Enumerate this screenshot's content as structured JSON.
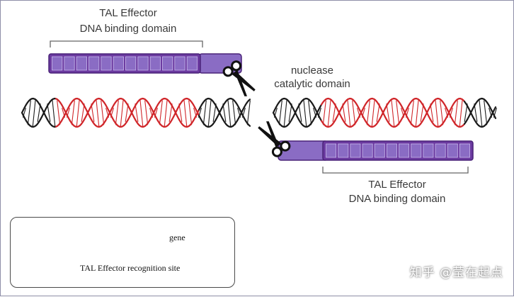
{
  "labels": {
    "tal_top_line1": "TAL Effector",
    "tal_top_line2": "DNA binding domain",
    "nuclease_line1": "nuclease",
    "nuclease_line2": "catalytic domain",
    "tal_bottom_line1": "TAL Effector",
    "tal_bottom_line2": "DNA binding domain"
  },
  "legend": {
    "gene": "gene",
    "recognition": "TAL Effector recognition site"
  },
  "watermark": "知乎 @莹在起点",
  "colors": {
    "purple_dark": "#6b3aa0",
    "purple_light": "#8a6cc4",
    "purple_border": "#4a2378",
    "dna_black": "#1b1b1b",
    "dna_red": "#d0262a",
    "legend_orange": "#e8663a"
  },
  "icons": {
    "scissors_top": "scissors-icon",
    "scissors_bottom": "scissors-icon"
  }
}
